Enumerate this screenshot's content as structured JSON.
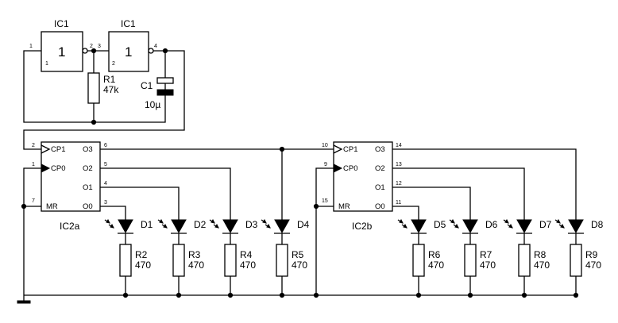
{
  "gates": [
    {
      "ref": "IC1",
      "symbol": "1",
      "in_pin": "1",
      "in_label": "1",
      "out_pin": "2"
    },
    {
      "ref": "IC1",
      "symbol": "1",
      "in_pin": "3",
      "in_label": "2",
      "out_pin": "4"
    }
  ],
  "r1": {
    "ref": "R1",
    "value": "47k"
  },
  "c1": {
    "ref": "C1",
    "value": "10µ"
  },
  "counters": [
    {
      "name": "IC2a",
      "pins": {
        "cp1": "2",
        "cp0": "1",
        "mr": "7",
        "o3": "6",
        "o2": "5",
        "o1": "4",
        "o0": "3"
      },
      "labels": {
        "cp1": "CP1",
        "cp0": "CP0",
        "mr": "MR",
        "o3": "O3",
        "o2": "O2",
        "o1": "O1",
        "o0": "O0"
      }
    },
    {
      "name": "IC2b",
      "pins": {
        "cp1": "10",
        "cp0": "9",
        "mr": "15",
        "o3": "14",
        "o2": "13",
        "o1": "12",
        "o0": "11"
      },
      "labels": {
        "cp1": "CP1",
        "cp0": "CP0",
        "mr": "MR",
        "o3": "O3",
        "o2": "O2",
        "o1": "O1",
        "o0": "O0"
      }
    }
  ],
  "leds": [
    {
      "ref": "D1"
    },
    {
      "ref": "D2"
    },
    {
      "ref": "D3"
    },
    {
      "ref": "D4"
    },
    {
      "ref": "D5"
    },
    {
      "ref": "D6"
    },
    {
      "ref": "D7"
    },
    {
      "ref": "D8"
    }
  ],
  "resistors": [
    {
      "ref": "R2",
      "value": "470"
    },
    {
      "ref": "R3",
      "value": "470"
    },
    {
      "ref": "R4",
      "value": "470"
    },
    {
      "ref": "R5",
      "value": "470"
    },
    {
      "ref": "R6",
      "value": "470"
    },
    {
      "ref": "R7",
      "value": "470"
    },
    {
      "ref": "R8",
      "value": "470"
    },
    {
      "ref": "R9",
      "value": "470"
    }
  ]
}
